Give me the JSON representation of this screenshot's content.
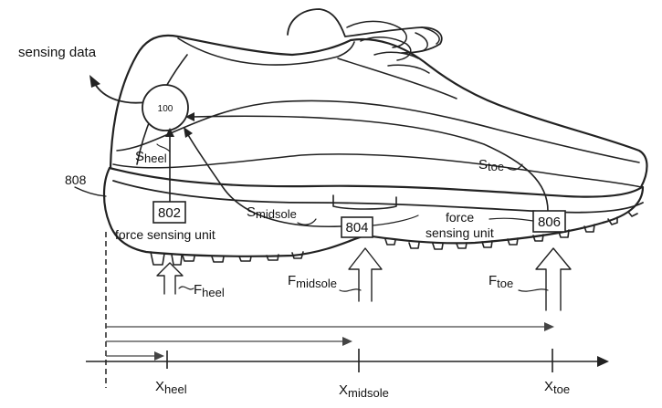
{
  "labels": {
    "sensing_data": "sensing data",
    "ref_808": "808",
    "device_100": "100",
    "s_heel": {
      "main": "S",
      "sub": "heel"
    },
    "s_toe": {
      "main": "S",
      "sub": "toe"
    },
    "s_midsole": {
      "main": "S",
      "sub": "midsole"
    },
    "unit_802": "802",
    "unit_804": "804",
    "unit_806": "806",
    "force_sensing_unit_left": "force sensing unit",
    "force_sensing_unit_right_line1": "force",
    "force_sensing_unit_right_line2": "sensing unit",
    "f_heel": {
      "main": "F",
      "sub": "heel"
    },
    "f_midsole": {
      "main": "F",
      "sub": "midsole"
    },
    "f_toe": {
      "main": "F",
      "sub": "toe"
    },
    "x_heel": {
      "main": "X",
      "sub": "heel"
    },
    "x_midsole": {
      "main": "X",
      "sub": "midsole"
    },
    "x_toe": {
      "main": "X",
      "sub": "toe"
    }
  }
}
